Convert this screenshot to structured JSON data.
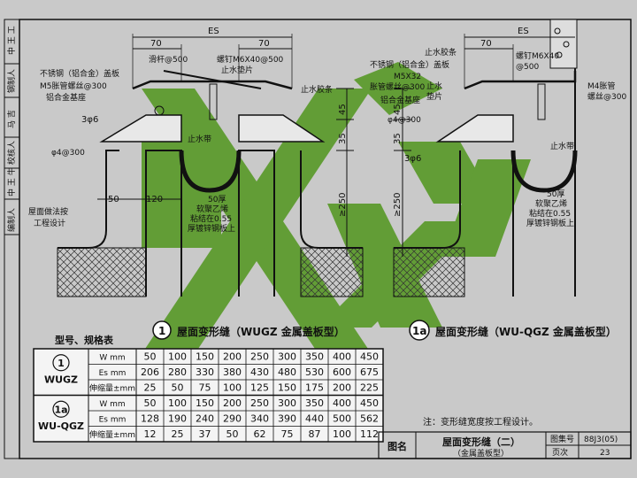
{
  "side_strip": [
    "编制人",
    "中 王 牛",
    "校核人",
    "马 吉",
    "钢制人",
    "中 王 工"
  ],
  "diagram1": {
    "caption_num": "1",
    "caption_text": "屋面变形缝（WUGZ 金属盖板型）",
    "dims": {
      "dim_70": "70",
      "dim_es": "ES",
      "dim_70b": "70",
      "dim_50": "50",
      "dim_120": "120",
      "dim_45": "45",
      "dim_35": "35",
      "dim_250": "≥250",
      "dim_3phi6": "3φ6"
    },
    "labels": {
      "stainless_cover": "不锈钢（铝合金）盖板",
      "bolt_m5": "M5胀管螺丝@300",
      "al_base": "铝合金基座",
      "slide_rod": "滑杆@500",
      "screw": "螺钉M6X40@500",
      "water_pad": "止水垫片",
      "water_rubber": "止水胶条",
      "phi4": "φ4@300",
      "water_stop": "止水带",
      "pe_note": "50厚\n软聚乙烯\n粘结在0.55\n厚镀锌钢板上",
      "roof_note": "屋面做法按\n工程设计"
    }
  },
  "diagram2": {
    "caption_num": "1a",
    "caption_text": "屋面变形缝（WU-QGZ 金属盖板型）",
    "dims": {
      "dim_70": "70",
      "dim_es": "ES",
      "dim_45": "45",
      "dim_35": "35",
      "dim_250": "≥250",
      "dim_3phi6": "3φ6"
    },
    "labels": {
      "stainless_cover": "不锈钢（铝合金）盖板",
      "bolt_m5": "M5X32\n胀管螺丝@300",
      "al_base": "铝合金基座",
      "screw": "螺钉M6X40\n@500",
      "water_rubber": "止水胶条",
      "water_pad": "止水\n垫片",
      "phi4": "φ4@300",
      "bolt_m4": "M4胀管\n螺丝@300",
      "water_stop": "止水带",
      "pe_note": "50厚\n软聚乙烯\n粘结在0.55\n厚镀锌钢板上"
    }
  },
  "table": {
    "title": "型号、规格表",
    "rows": [
      {
        "model_num": "1",
        "model": "WUGZ",
        "sub": [
          {
            "label": "W mm",
            "values": [
              "50",
              "100",
              "150",
              "200",
              "250",
              "300",
              "350",
              "400",
              "450"
            ]
          },
          {
            "label": "Es mm",
            "values": [
              "206",
              "280",
              "330",
              "380",
              "430",
              "480",
              "530",
              "600",
              "675"
            ]
          },
          {
            "label": "伸缩量±mm",
            "values": [
              "25",
              "50",
              "75",
              "100",
              "125",
              "150",
              "175",
              "200",
              "225"
            ]
          }
        ]
      },
      {
        "model_num": "1a",
        "model": "WU-QGZ",
        "sub": [
          {
            "label": "W mm",
            "values": [
              "50",
              "100",
              "150",
              "200",
              "250",
              "300",
              "350",
              "400",
              "450"
            ]
          },
          {
            "label": "Es mm",
            "values": [
              "128",
              "190",
              "240",
              "290",
              "340",
              "390",
              "440",
              "500",
              "562"
            ]
          },
          {
            "label": "伸缩量±mm",
            "values": [
              "12",
              "25",
              "37",
              "50",
              "62",
              "75",
              "87",
              "100",
              "112"
            ]
          }
        ]
      }
    ]
  },
  "note": "注：变形缝宽度按工程设计。",
  "title_block": {
    "name_label": "图名",
    "name": "屋面变形缝（二）",
    "subname": "（金属盖板型）",
    "atlas_label": "图集号",
    "atlas": "88J3(05)",
    "page_label": "页次",
    "page": "23"
  },
  "colors": {
    "green": "#5a9a2a",
    "paper": "#c9c9c9",
    "ink": "#111111",
    "hatch": "#222222"
  }
}
